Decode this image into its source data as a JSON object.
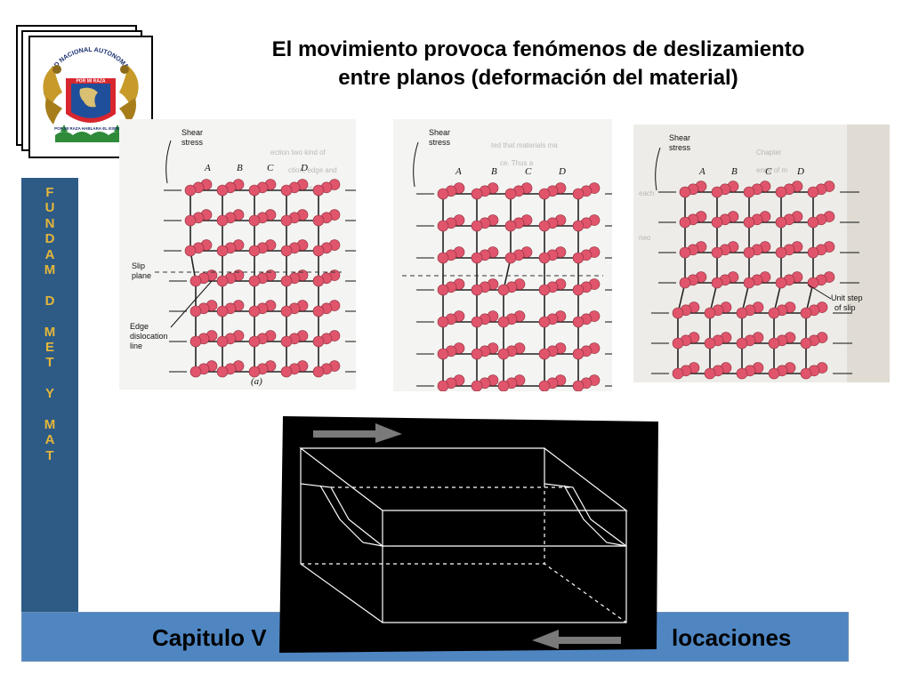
{
  "title": {
    "line1": "El movimiento provoca fenómenos de deslizamiento",
    "line2": "entre planos (deformación del material)"
  },
  "logo": {
    "ring_text": "UNIVERSIDAD NACIONAL AUTONOMA DE MEXICO",
    "motto": "POR MI RAZA HABLARA EL ESPIRITU"
  },
  "side_banner": {
    "letters": [
      "F",
      "U",
      "N",
      "D",
      "A",
      "M",
      "",
      "D",
      "",
      "M",
      "E",
      "T",
      "",
      "Y",
      "",
      "M",
      "A",
      "T"
    ]
  },
  "figures": {
    "panel1": {
      "shear": "Shear",
      "stress": "stress",
      "cols": [
        "A",
        "B",
        "C",
        "D"
      ],
      "slip1": "Slip",
      "slip2": "plane",
      "edge1": "Edge",
      "edge2": "dislocation",
      "edge3": "line",
      "caption": "(a)"
    },
    "panel2": {
      "shear": "Shear",
      "stress": "stress",
      "cols": [
        "A",
        "B",
        "C",
        "D"
      ]
    },
    "panel3": {
      "shear": "Shear",
      "stress": "stress",
      "cols": [
        "A",
        "B",
        "C",
        "D"
      ],
      "unit1": "Unit step",
      "unit2": "of slip"
    }
  },
  "bottom_bar": {
    "left_text": "Capitulo V",
    "right_text": "locaciones"
  },
  "colors": {
    "banner_bg": "#2d5b86",
    "banner_text": "#e4b63a",
    "bar_bg": "#4f86c2",
    "atom": "#e0556b"
  }
}
